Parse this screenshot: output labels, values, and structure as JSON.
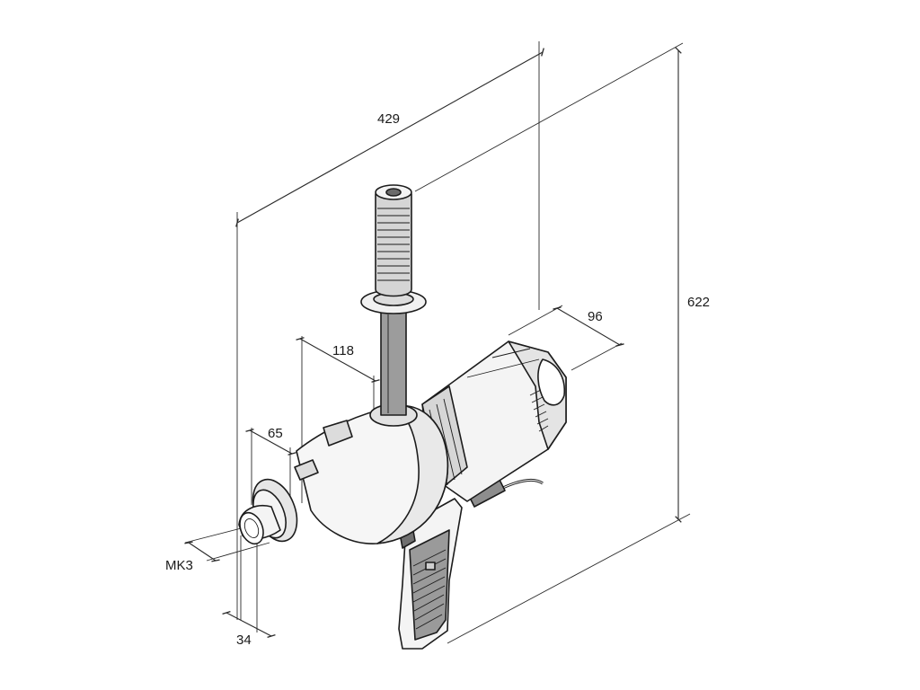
{
  "dimensions": {
    "overall_length": "429",
    "overall_height": "622",
    "motor_width": "96",
    "gear_head_offset": "118",
    "collar_length": "65",
    "spindle_diameter": "34",
    "spindle_taper": "MK3"
  },
  "colors": {
    "line": "#1c1c1c",
    "body_fill": "#f4f4f4",
    "shade_fill": "#d9d9d9",
    "dark_fill": "#8a8a8a"
  }
}
